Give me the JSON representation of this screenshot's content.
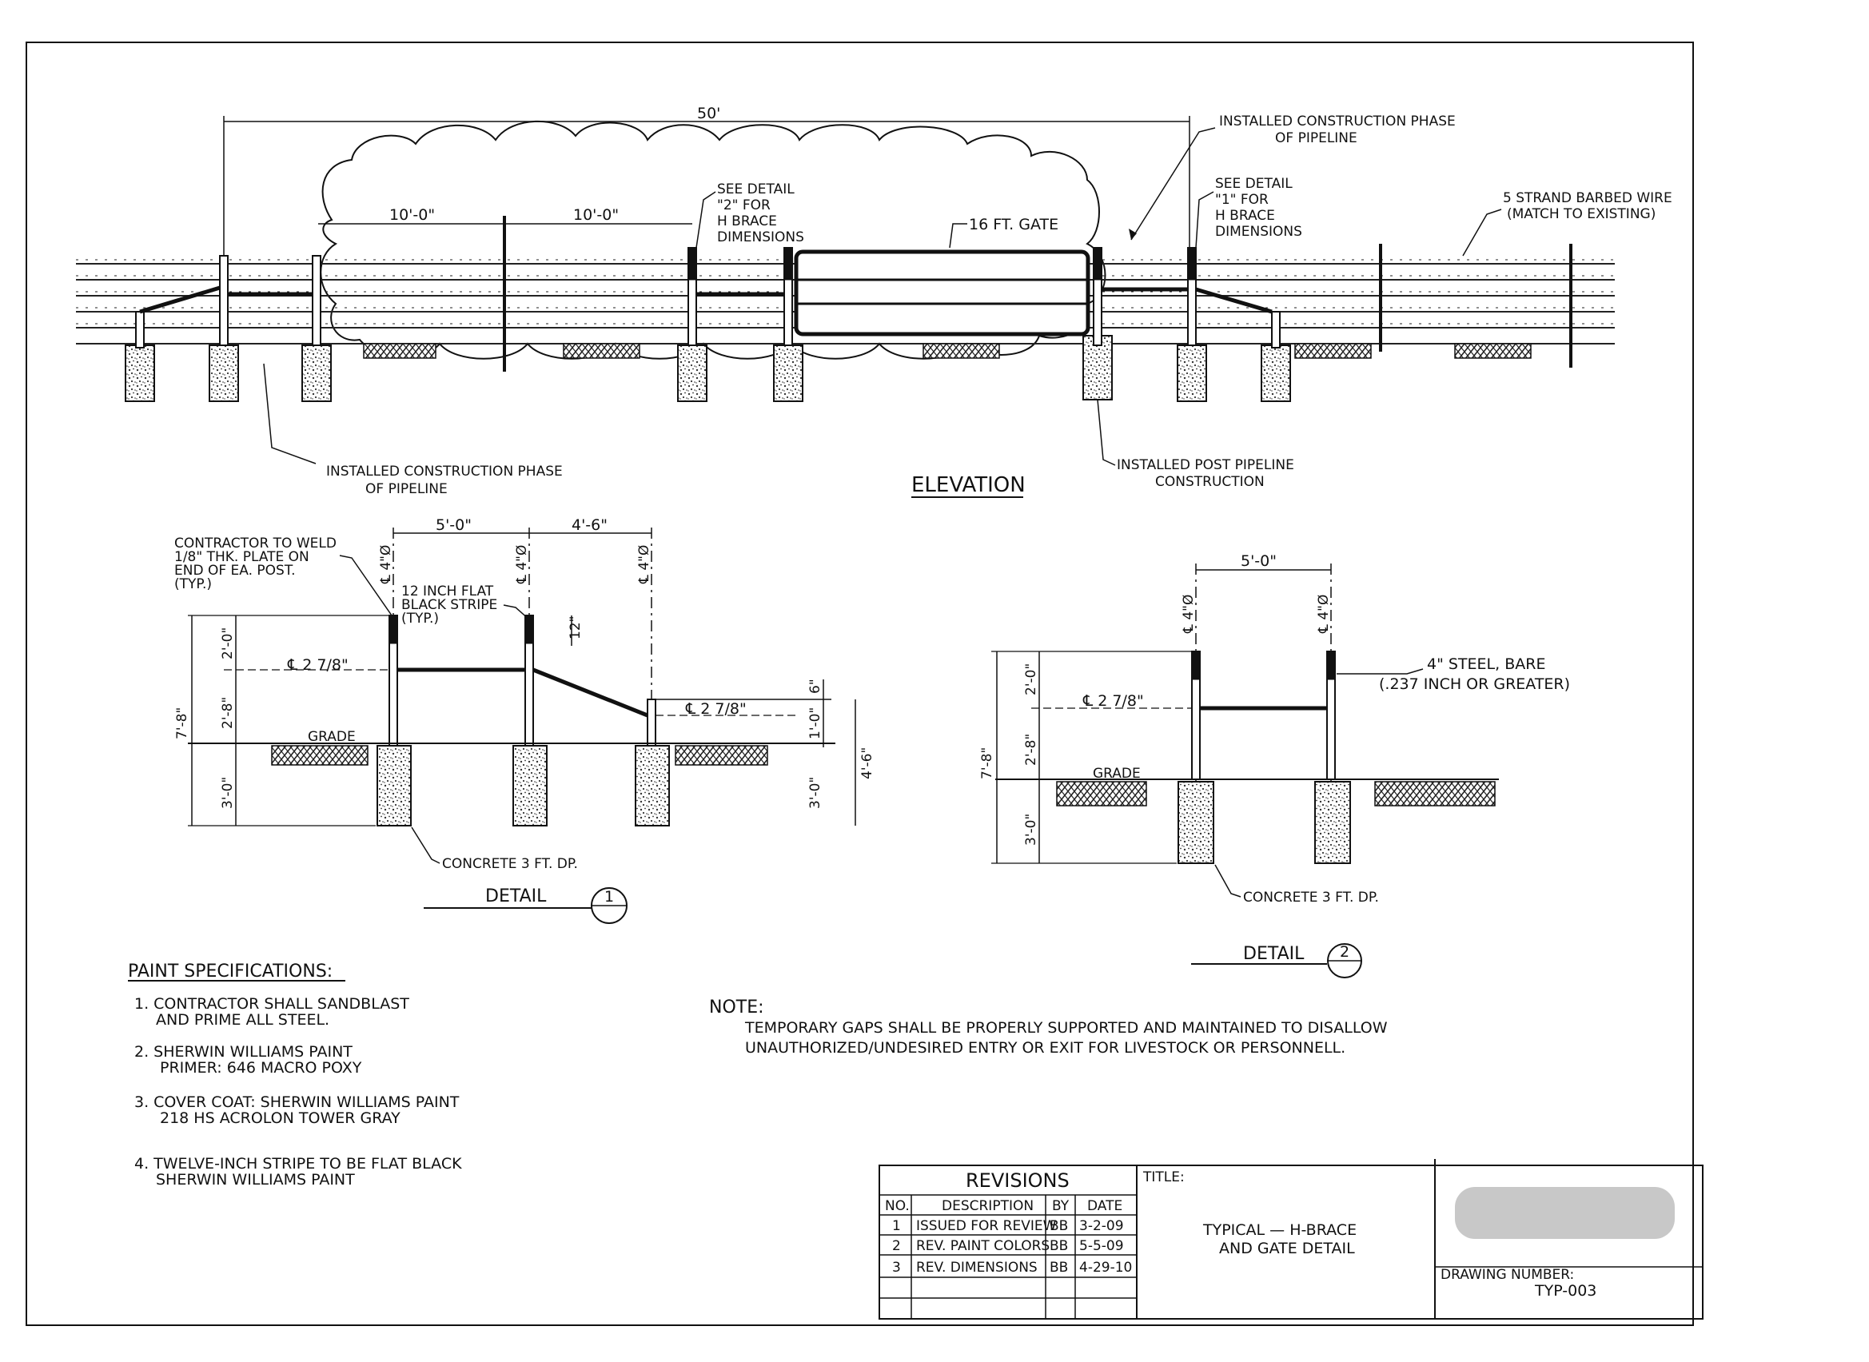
{
  "elevation": {
    "dim_overall": "50'",
    "dim_span_a": "10'-0\"",
    "dim_span_b": "10'-0\"",
    "gate_label": "16 FT. GATE",
    "note_detail2": [
      "SEE DETAIL",
      "\"2\" FOR",
      "H BRACE",
      "DIMENSIONS"
    ],
    "note_detail1": [
      "SEE DETAIL",
      "\"1\" FOR",
      "H BRACE",
      "DIMENSIONS"
    ],
    "note_construction_top": [
      "INSTALLED CONSTRUCTION PHASE",
      "OF PIPELINE"
    ],
    "note_barbed_wire": [
      "5 STRAND BARBED WIRE",
      "(MATCH TO EXISTING)"
    ],
    "note_construction_bottom": [
      "INSTALLED CONSTRUCTION PHASE",
      "OF PIPELINE"
    ],
    "note_post_pipeline": [
      "INSTALLED POST PIPELINE",
      "CONSTRUCTION"
    ],
    "title": "ELEVATION"
  },
  "detail1": {
    "note_weld": [
      "CONTRACTOR TO WELD",
      "1/8\" THK. PLATE ON",
      "END OF EA. POST.",
      "(TYP.)"
    ],
    "note_stripe": [
      "12 INCH FLAT",
      "BLACK STRIPE",
      "(TYP.)"
    ],
    "dim_5": "5'-0\"",
    "dim_4_6": "4'-6\"",
    "post_cl": "℄ 4\"Ø",
    "rail_a": "℄ 2 7/8\"",
    "rail_b": "℄ 2 7/8\"",
    "dim_12": "12\"",
    "dim_6": "6\"",
    "dim_7_8": "7'-8\"",
    "dim_2_0": "2'-0\"",
    "dim_2_8": "2'-8\"",
    "dim_3_0": "3'-0\"",
    "dim_1_0": "1'-0\"",
    "dim_3_0b": "3'-0\"",
    "dim_4_6v": "4'-6\"",
    "grade": "GRADE",
    "concrete": "CONCRETE 3 FT. DP.",
    "label": "DETAIL",
    "number": "1"
  },
  "detail2": {
    "dim_5": "5'-0\"",
    "post_cl": "℄ 4\"Ø",
    "note_steel": [
      "4\" STEEL, BARE",
      "(.237 INCH OR GREATER)"
    ],
    "rail": "℄ 2 7/8\"",
    "dim_7_8": "7'-8\"",
    "dim_2_0": "2'-0\"",
    "dim_2_8": "2'-8\"",
    "dim_3_0": "3'-0\"",
    "grade": "GRADE",
    "concrete": "CONCRETE 3 FT. DP.",
    "label": "DETAIL",
    "number": "2"
  },
  "paint": {
    "heading": "PAINT SPECIFICATIONS:",
    "items": [
      [
        "1. CONTRACTOR SHALL SANDBLAST",
        "AND PRIME ALL STEEL."
      ],
      [
        "2. SHERWIN WILLIAMS PAINT",
        "PRIMER: 646 MACRO POXY"
      ],
      [
        "3. COVER COAT: SHERWIN WILLIAMS PAINT",
        "218 HS ACROLON TOWER GRAY"
      ],
      [
        "4. TWELVE-INCH STRIPE TO BE FLAT BLACK",
        "SHERWIN WILLIAMS PAINT"
      ]
    ]
  },
  "note": {
    "heading": "NOTE:",
    "lines": [
      "TEMPORARY GAPS SHALL BE PROPERLY SUPPORTED AND MAINTAINED TO  DISALLOW",
      "UNAUTHORIZED/UNDESIRED ENTRY OR EXIT FOR LIVESTOCK OR PERSONNELL."
    ]
  },
  "revisions": {
    "heading": "REVISIONS",
    "columns": [
      "NO.",
      "DESCRIPTION",
      "BY",
      "DATE"
    ],
    "rows": [
      [
        "1",
        "ISSUED FOR REVIEW",
        "BB",
        "3-2-09"
      ],
      [
        "2",
        "REV. PAINT COLORS",
        "BB",
        "5-5-09"
      ],
      [
        "3",
        "REV. DIMENSIONS",
        "BB",
        "4-29-10"
      ]
    ]
  },
  "title_block": {
    "title_label": "TITLE:",
    "title_lines": [
      "TYPICAL  —  H-BRACE",
      "AND GATE DETAIL"
    ],
    "drawing_number_label": "DRAWING NUMBER:",
    "drawing_number": "TYP-003"
  },
  "colors": {
    "ink": "#111111",
    "paper": "#ffffff",
    "redaction": "#c8c8c8"
  }
}
